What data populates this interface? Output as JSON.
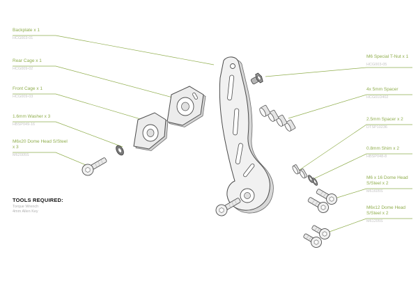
{
  "colors": {
    "label_green": "#8fad4c",
    "part_number_gray": "#c4c4c4",
    "drawing_outline": "#4a4a4a",
    "background": "#ffffff"
  },
  "labels_left": [
    {
      "name": "Backplate x 1",
      "part": "HCG003-01"
    },
    {
      "name": "Rear Cage x 1",
      "part": "HCG009-02"
    },
    {
      "name": "Front Cage x 1",
      "part": "HCG009-03"
    },
    {
      "name": "1.6mm Washer x 3",
      "part": "HBSP049-16"
    },
    {
      "name": "M6x20 Dome Head S/Steel x 3",
      "part": "M62005S"
    }
  ],
  "labels_right": [
    {
      "name": "M6 Special T-Nut x 1",
      "part": "HCG003-05"
    },
    {
      "name": "4x 5mm Spacer",
      "part": "HCG01D402"
    },
    {
      "name": "2.5mm Spacer x 2",
      "part": "DTSP10236"
    },
    {
      "name": "0.8mm Shim x 2",
      "part": "HBSP048-8"
    },
    {
      "name": "M6 x 16 Dome Head S/Steel x 2",
      "part": "M61605S"
    },
    {
      "name": "M6x12 Dome Head S/Steel x 2",
      "part": "M61205S"
    }
  ],
  "tools": {
    "heading": "TOOLS REQUIRED:",
    "items": [
      "Torque Wrench",
      "4mm Allen Key"
    ]
  }
}
